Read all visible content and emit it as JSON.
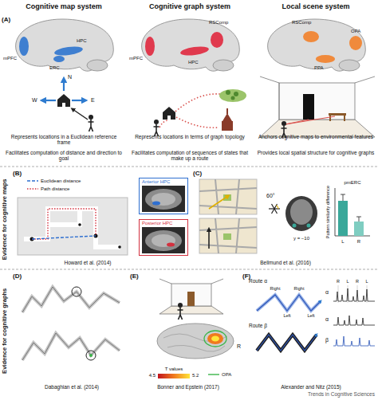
{
  "diagram": {
    "nodes": [
      {
        "text": [
          "Anterior HPC"
        ]
      },
      {
        "text": [
          "Posterior HPC"
        ]
      }
    ],
    "labels": [
      "(A)",
      "Cognitive map system",
      "Cognitive graph system",
      "Local scene system",
      "mPFC",
      "HPC",
      "ERC",
      "N",
      "W",
      "E",
      "Represents locations in a Euclidean reference frame",
      "Facilitates computation of distance and direction to goal",
      "RSComp",
      "mPFC",
      "HPC",
      "Represents locations in terms of graph topology",
      "Facilitates computation of sequences of states that make up a route",
      "RSComp",
      "OPA",
      "PPA",
      "Anchors cognitive maps to environmental features",
      "Provides local spatial structure for cognitive graphs",
      "Evidence for cognitive maps",
      "(B)",
      "Howard et al. (2014)",
      "(C)",
      "60°",
      "y = −10",
      "Pattern similarity difference",
      "pmERC",
      "L",
      "R",
      "Bellmund et al. (2016)",
      "Evidence for cognitive graphs",
      "(D)",
      "Dabaghian et al. (2014)",
      "(E)",
      "R",
      "T values",
      "4.5",
      "5.2",
      "Bonner and Epstein (2017)",
      "(F)",
      "Route α",
      "Right",
      "Left",
      "Right",
      "Left",
      "Route β",
      "R",
      "L",
      "R",
      "L",
      "α",
      "α",
      "β",
      "Alexander and Nitz (2015)",
      "Trends in Cognitive Sciences"
    ],
    "legend": [
      {
        "text": "Euclidean distance"
      },
      {
        "text": "Path distance"
      },
      {
        "text": "OPA"
      }
    ]
  }
}
